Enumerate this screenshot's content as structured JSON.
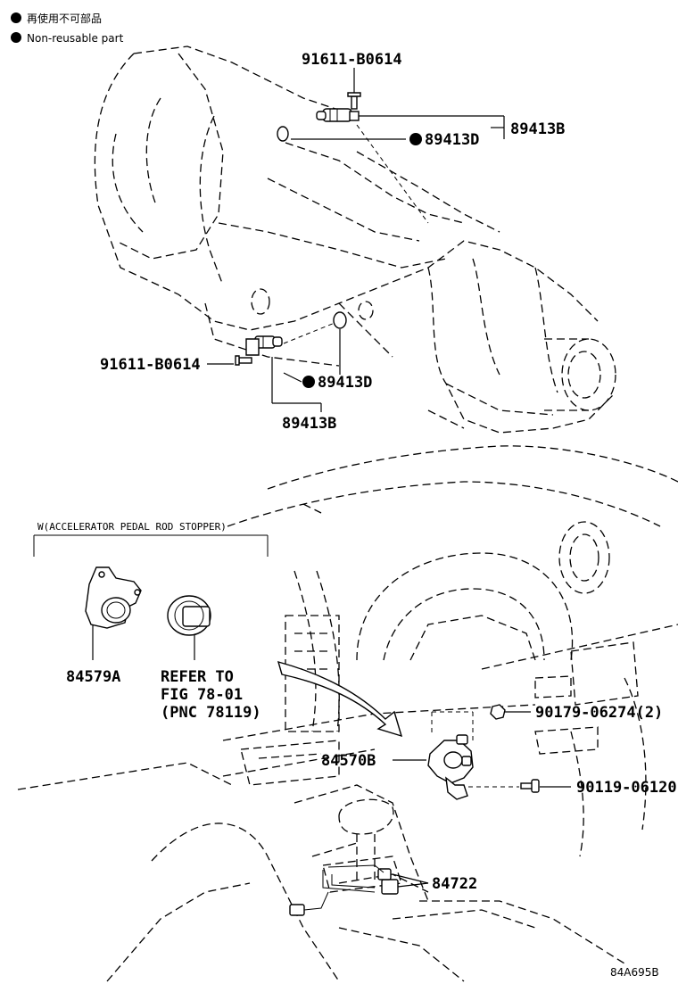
{
  "legend": {
    "items": [
      {
        "icon": "filled-circle",
        "text": "再使用不可部品"
      },
      {
        "icon": "filled-circle",
        "text": "Non-reusable part"
      }
    ]
  },
  "parts": {
    "bolt_upper": "91611-B0614",
    "sensor_upper_group": "89413B",
    "oring_upper": "89413D",
    "bolt_lower": "91611-B0614",
    "oring_lower": "89413D",
    "sensor_lower_group": "89413B",
    "stopper_part": "84579A",
    "refer_line1": "REFER TO",
    "refer_line2": "FIG 78-01",
    "refer_line3": "(PNC 78119)",
    "switch_assy": "84570B",
    "clip": "90179-06274(2)",
    "screw": "90119-06120",
    "harness": "84722"
  },
  "callout": {
    "title": "W(ACCELERATOR PEDAL ROD STOPPER)"
  },
  "figure_id": "84A695B",
  "colors": {
    "ink": "#000000",
    "paper": "#ffffff"
  }
}
